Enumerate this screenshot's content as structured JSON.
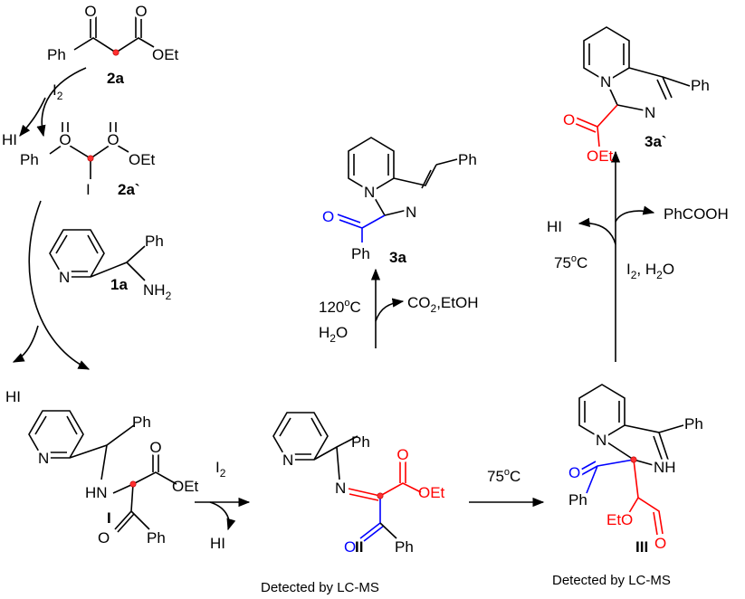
{
  "colors": {
    "highlight_red": "#ff0000",
    "highlight_blue": "#0000ff",
    "reactive_dot": "#ff3030"
  },
  "compound_2a": {
    "label": "2a",
    "ph": "Ph",
    "oet": "OEt",
    "o1": "O",
    "o2": "O"
  },
  "step1": {
    "reagent": "I",
    "reagent_sub": "2",
    "byproduct": "HI"
  },
  "compound_2a_prime": {
    "label": "2a`",
    "ph": "Ph",
    "oet": "OEt",
    "o1": "O",
    "o2": "O",
    "iodo": "I"
  },
  "compound_1a": {
    "label": "1a",
    "n": "N",
    "ph": "Ph",
    "nh2": "NH",
    "nh2_sub": "2"
  },
  "intermediate_I": {
    "label": "I",
    "hi": "HI",
    "n": "N",
    "ph": "Ph",
    "hn": "HN",
    "o1": "O",
    "oet": "OEt",
    "o2": "O",
    "ph2": "Ph"
  },
  "step_I_II": {
    "reagent": "I",
    "reagent_sub": "2",
    "byproduct": "HI"
  },
  "intermediate_II": {
    "label": "II",
    "n": "N",
    "ph": "Ph",
    "imine_n": "N",
    "o1": "O",
    "oet": "OEt",
    "o2": "O",
    "ph2": "Ph",
    "note": "Detected by LC-MS"
  },
  "step_II_III": {
    "temp": "75",
    "temp_sup": "o",
    "temp_unit": "C"
  },
  "intermediate_III": {
    "label": "III",
    "n": "N",
    "ph": "Ph",
    "nh": "NH",
    "o1": "O",
    "ph2": "Ph",
    "eto": "EtO",
    "o2": "O",
    "note": "Detected by LC-MS"
  },
  "step_II_3a": {
    "temp": "120",
    "temp_sup": "o",
    "temp_unit": "C",
    "solvent": "H",
    "solvent_sub": "2",
    "solvent_end": "O",
    "byproduct": "CO",
    "byproduct_sub": "2",
    "byproduct_end": ",EtOH"
  },
  "product_3a": {
    "label": "3a",
    "n1": "N",
    "n2": "N",
    "ph": "Ph",
    "o": "O",
    "ph2": "Ph"
  },
  "step_III_3a_prime": {
    "temp": "75",
    "temp_sup": "o",
    "temp_unit": "C",
    "reagents": "I",
    "reagents_sub": "2",
    "reagents_end": ", H",
    "reagents_sub2": "2",
    "reagents_end2": "O",
    "byproduct1": "HI",
    "byproduct2": "PhCOOH"
  },
  "product_3a_prime": {
    "label": "3a`",
    "n1": "N",
    "n2": "N",
    "ph": "Ph",
    "o": "O",
    "oet": "OEt"
  }
}
